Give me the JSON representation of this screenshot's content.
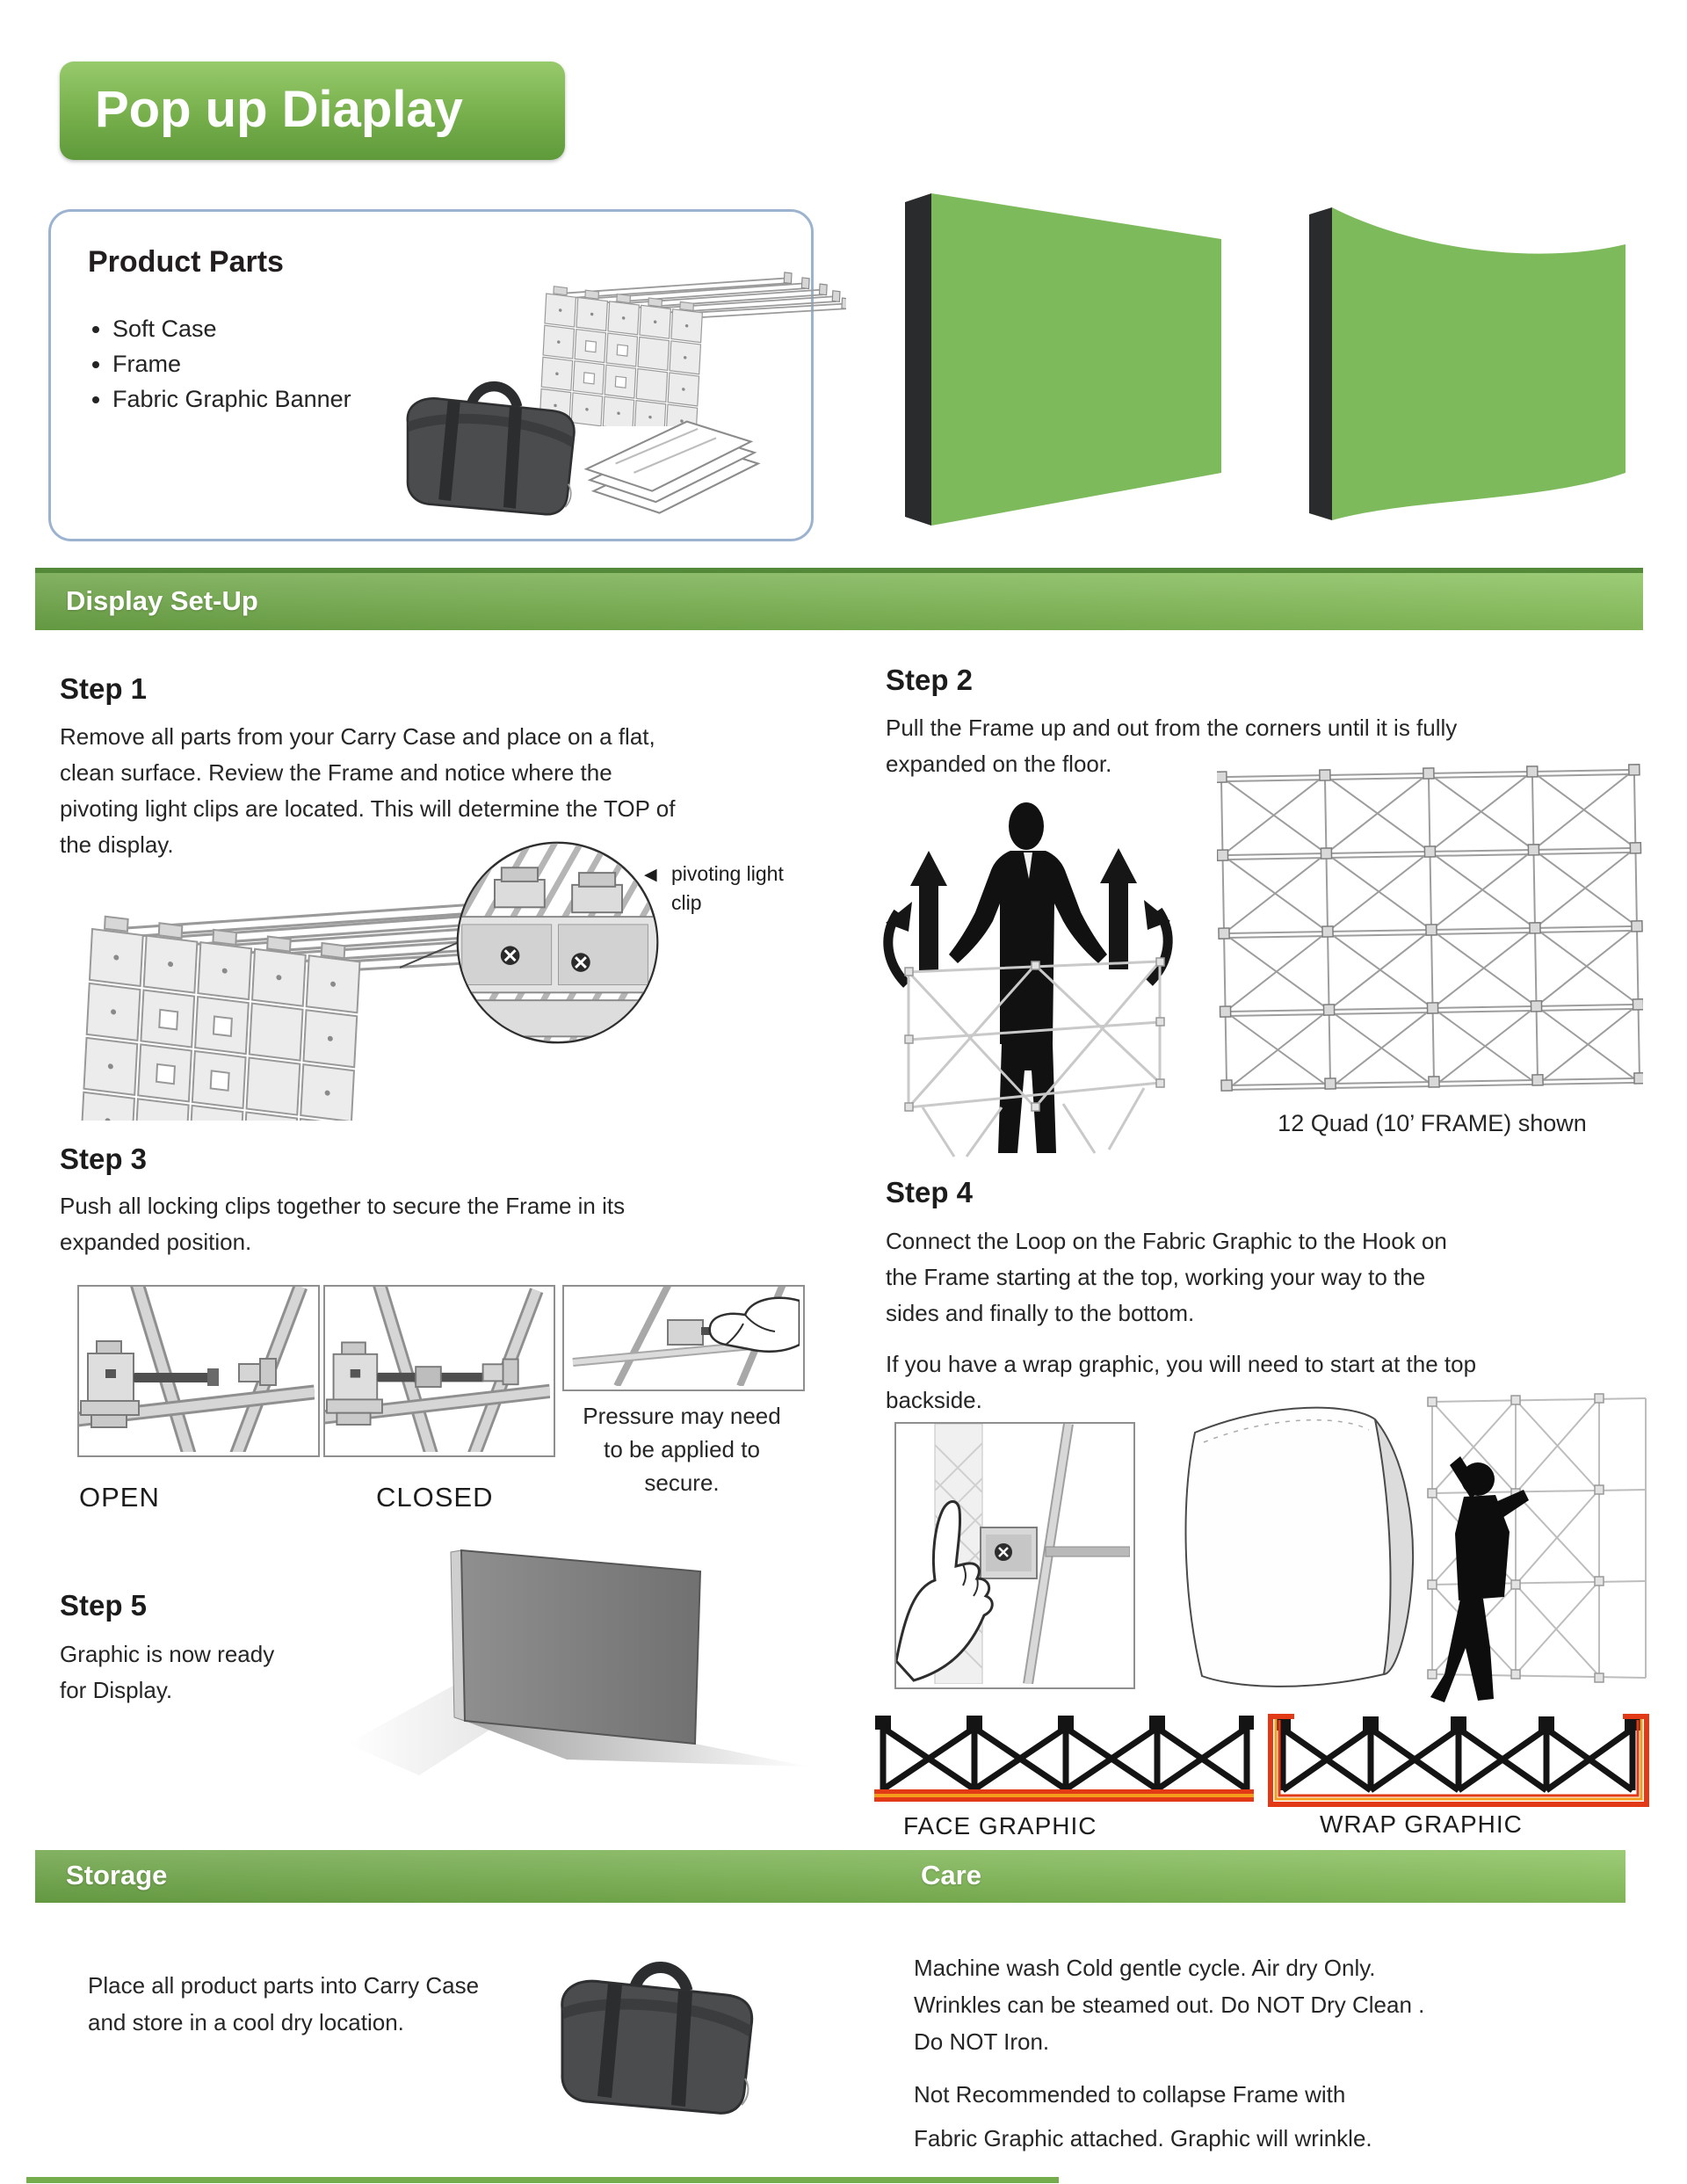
{
  "colors": {
    "brand_green_light": "#8ac25d",
    "brand_green_dark": "#5f9a3b",
    "panel_green": "#7cba5c",
    "accent_red": "#e23a17",
    "accent_orange": "#f59c1c"
  },
  "header": {
    "title": "Pop up Diaplay"
  },
  "sections": {
    "display_setup": "Display Set-Up",
    "storage": "Storage",
    "care": "Care"
  },
  "product_parts": {
    "title": "Product Parts",
    "items": [
      "Soft Case",
      "Frame",
      "Fabric Graphic Banner"
    ]
  },
  "step1": {
    "heading": "Step 1",
    "lines": [
      "Remove all parts from your Carry Case and place on a flat,",
      "clean surface. Review the Frame  and notice where the",
      "pivoting light clips are located. This will determine the TOP of",
      "the display."
    ],
    "callout": {
      "marker": "◀",
      "lines": [
        "pivoting light",
        "clip"
      ]
    }
  },
  "step2": {
    "heading": "Step 2",
    "lines": [
      "Pull the Frame up and out from the corners until it is fully",
      "expanded on the floor."
    ],
    "caption": "12 Quad (10’ FRAME) shown"
  },
  "step3": {
    "heading": "Step 3",
    "lines": [
      "Push all locking clips together to secure the Frame in its",
      "expanded position."
    ],
    "label_open": "OPEN",
    "label_closed": "CLOSED",
    "note_lines": [
      "Pressure may need",
      "to be applied to",
      "secure."
    ]
  },
  "step4": {
    "heading": "Step 4",
    "p1_lines": [
      "Connect the Loop on the Fabric Graphic to the Hook on",
      "the Frame starting at the top, working your way to the",
      "sides and finally to the bottom."
    ],
    "p2_lines": [
      "If you have a wrap graphic, you will need to start at the top",
      "backside."
    ],
    "label_face": "FACE GRAPHIC",
    "label_wrap": "WRAP GRAPHIC"
  },
  "step5": {
    "heading": "Step 5",
    "lines": [
      "Graphic is now ready",
      "for Display."
    ]
  },
  "storage": {
    "lines": [
      "Place all product parts into Carry Case",
      "and store in a cool dry location."
    ]
  },
  "care": {
    "p1_lines": [
      "Machine wash Cold gentle cycle. Air dry Only.",
      "Wrinkles can be steamed out. Do NOT Dry Clean .",
      "Do NOT Iron."
    ],
    "p2_lines": [
      "Not Recommended to collapse Frame with",
      "Fabric Graphic attached. Graphic will wrinkle."
    ]
  }
}
